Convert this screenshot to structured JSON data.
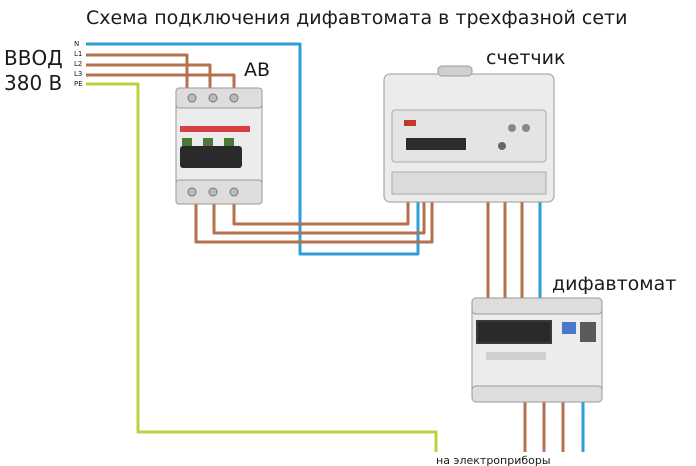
{
  "title": "Схема подключения дифавтомата в трехфазной сети",
  "input": {
    "line1": "ВВОД",
    "line2": "380 В",
    "terminals": [
      "N",
      "L1",
      "L2",
      "L3",
      "PE"
    ]
  },
  "devices": {
    "breaker": {
      "label": "АВ"
    },
    "meter": {
      "label": "счетчик"
    },
    "rcbo": {
      "label": "дифавтомат"
    }
  },
  "output_label": "на электроприборы",
  "colors": {
    "neutral": "#2e9fd8",
    "phase": "#b5714d",
    "earth": "#b4d440",
    "device_body": "#ececec",
    "device_edge": "#9a9a9a"
  }
}
